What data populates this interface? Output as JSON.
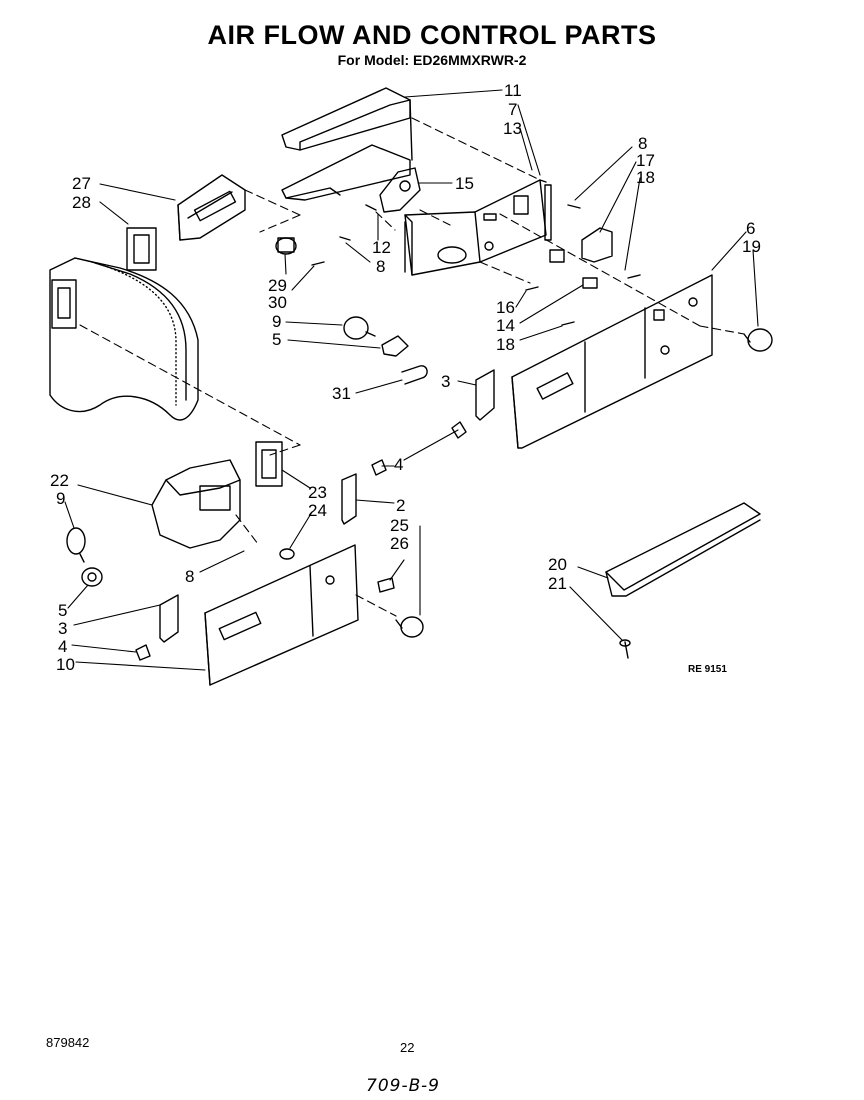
{
  "header": {
    "title": "AIR FLOW AND CONTROL PARTS",
    "model_line": "For Model: ED26MMXRWR-2"
  },
  "callouts": {
    "c11": "11",
    "c7": "7",
    "c13": "13",
    "c15": "15",
    "c8a": "8",
    "c17": "17",
    "c18a": "18",
    "c27": "27",
    "c28": "28",
    "c12": "12",
    "c8b": "8",
    "c6": "6",
    "c19": "19",
    "c29": "29",
    "c30": "30",
    "c9a": "9",
    "c5a": "5",
    "c16": "16",
    "c14": "14",
    "c18b": "18",
    "c31": "31",
    "c3a": "3",
    "c4a": "4",
    "c22": "22",
    "c9b": "9",
    "c23": "23",
    "c24": "24",
    "c2": "2",
    "c25": "25",
    "c26": "26",
    "c8c": "8",
    "c5b": "5",
    "c3b": "3",
    "c4b": "4",
    "c10": "10",
    "c20": "20",
    "c21": "21"
  },
  "drawing_ref": "RE 9151",
  "footer": {
    "part_number": "879842",
    "page_number": "22",
    "handwritten": "709-B-9"
  }
}
